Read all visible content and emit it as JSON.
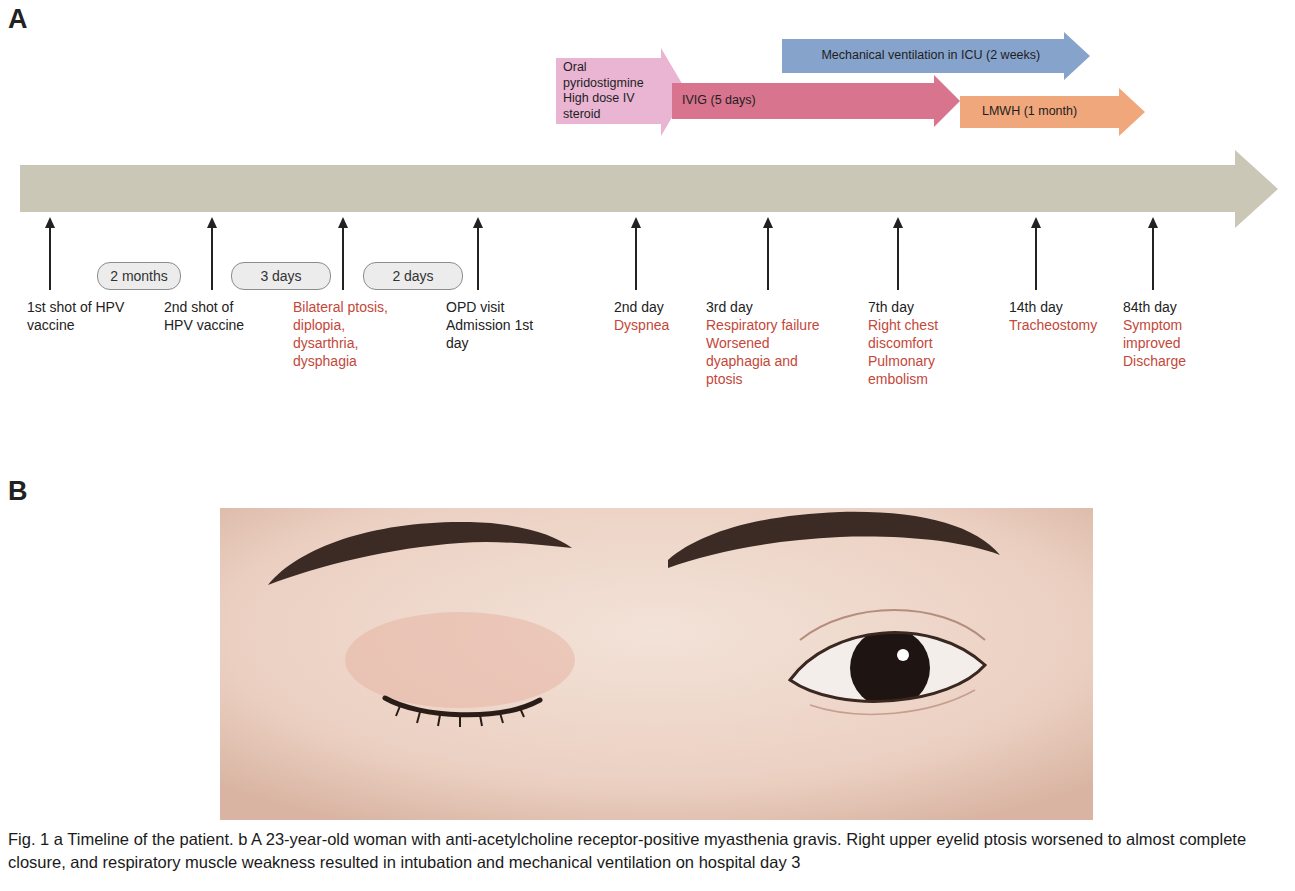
{
  "diagram": {
    "caption": "Fig. 1 a Timeline of the patient. b A 23-year-old woman with anti-acetylcholine receptor-positive myasthenia gravis. Right upper eyelid ptosis worsened to almost complete closure, and respiratory muscle weakness resulted in intubation and mechanical ventilation on hospital day 3",
    "nodes": [
      {
        "text": [
          "Oral pyridostigmine High dose IV steroid"
        ]
      },
      {
        "text": [
          "Mechanical ventilation in ICU (2 weeks)"
        ]
      },
      {
        "text": [
          "IVIG (5 days)"
        ]
      },
      {
        "text": [
          "LMWH (1 month)"
        ]
      },
      {
        "text": [
          "2 months"
        ]
      },
      {
        "text": [
          "3 days"
        ]
      },
      {
        "text": [
          "2 days"
        ]
      }
    ],
    "labels": [
      "A",
      "1st shot of HPV vaccine",
      "2nd shot of HPV vaccine",
      "Bilateral ptosis, diplopia, dysarthria, dysphagia",
      "OPD visit Admission 1st day",
      "2nd day",
      "Dyspnea",
      "3rd day",
      "Respiratory failure Worsened dyaphagia and ptosis",
      "7th day",
      "Right chest discomfort Pulmonary embolism",
      "14th day",
      "Tracheostomy",
      "84th day",
      "Symptom improved Discharge",
      "B"
    ]
  }
}
